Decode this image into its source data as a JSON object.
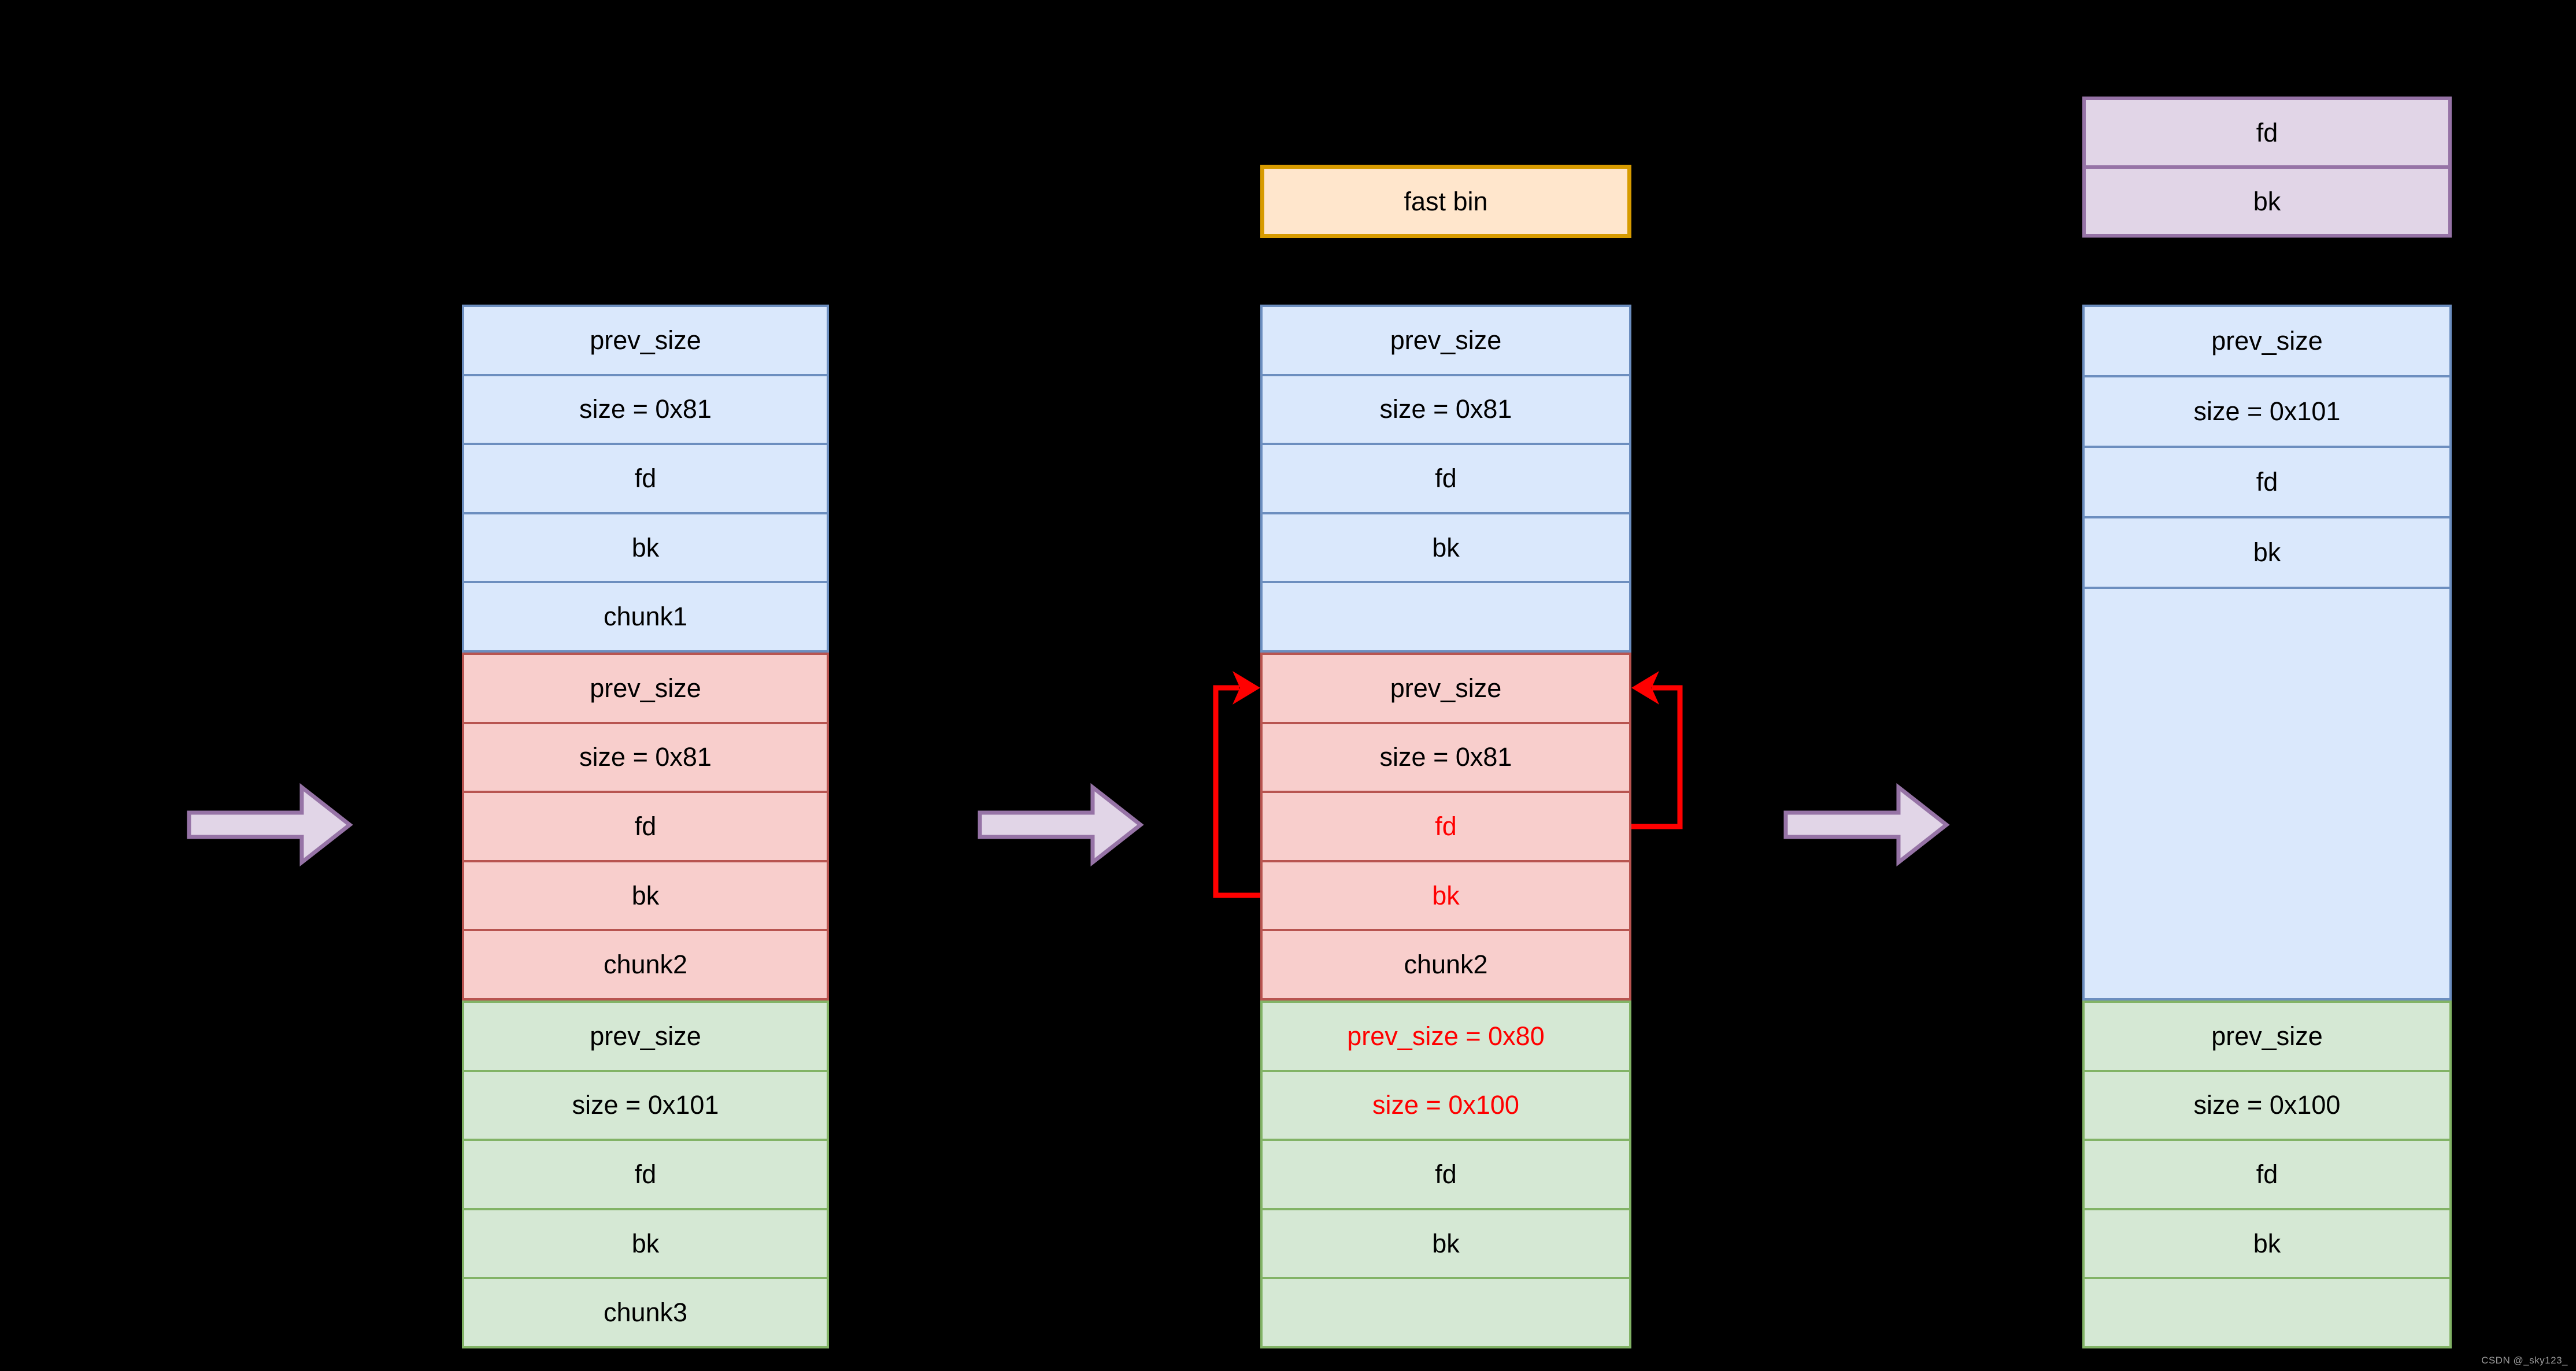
{
  "watermark": "CSDN @_sky123_",
  "fast_bin_label": "fast bin",
  "colors": {
    "background": "#000000",
    "blue_fill": "#dae8fc",
    "blue_stroke": "#6c8ebf",
    "red_fill": "#f8cecc",
    "red_stroke": "#b85450",
    "green_fill": "#d5e8d4",
    "green_stroke": "#82b366",
    "purple_fill": "#e1d5e7",
    "purple_stroke": "#9673a6",
    "orange_fill": "#ffe6cc",
    "orange_stroke": "#d79b00",
    "pointer_highlight": "#ff0000"
  },
  "bin_pair": {
    "fd": "fd",
    "bk": "bk"
  },
  "stage_initial": {
    "chunk1": [
      "prev_size",
      "size = 0x81",
      "fd",
      "bk",
      "chunk1"
    ],
    "chunk2": [
      "prev_size",
      "size = 0x81",
      "fd",
      "bk",
      "chunk2"
    ],
    "chunk3": [
      "prev_size",
      "size = 0x101",
      "fd",
      "bk",
      "chunk3"
    ]
  },
  "stage_after_free": {
    "chunk1": [
      "prev_size",
      "size = 0x81",
      "fd",
      "bk",
      ""
    ],
    "chunk2": [
      "prev_size",
      "size = 0x81",
      "fd",
      "bk",
      "chunk2"
    ],
    "chunk3": [
      "prev_size = 0x80",
      "size = 0x100",
      "fd",
      "bk",
      ""
    ]
  },
  "stage_final": {
    "big_chunk": [
      "prev_size",
      "size = 0x101",
      "fd",
      "bk",
      ""
    ],
    "next_chunk": [
      "prev_size",
      "size = 0x100",
      "fd",
      "bk",
      ""
    ]
  }
}
